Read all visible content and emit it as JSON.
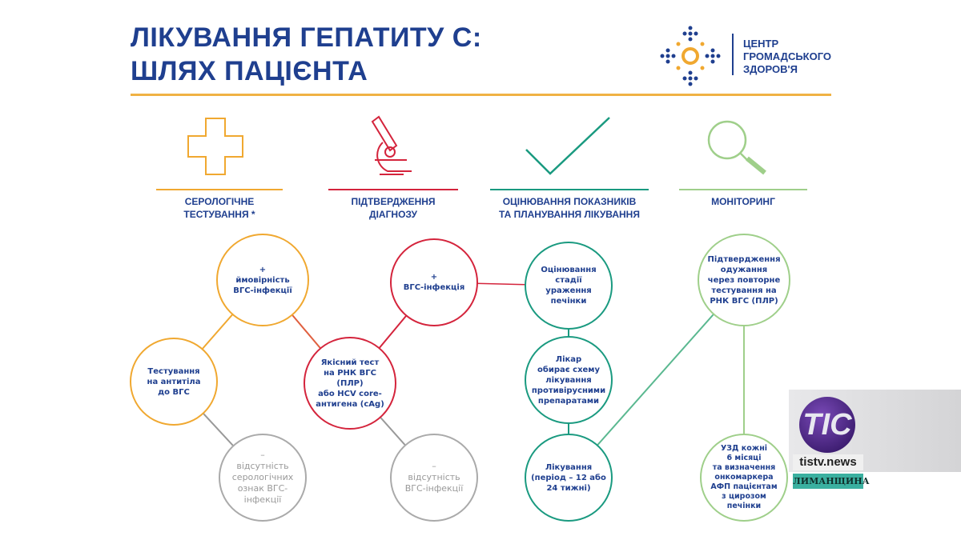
{
  "title": {
    "line1": "ЛІКУВАННЯ ГЕПАТИТУ С:",
    "line2": "ШЛЯХ ПАЦІЄНТА"
  },
  "logo": {
    "text": "ЦЕНТР\nГРОМАДСЬКОГО\nЗДОРОВ'Я"
  },
  "stages": [
    {
      "label": "СЕРОЛОГІЧНЕ\nТЕСТУВАННЯ *",
      "icon": "cross-icon",
      "color": "#f0a830"
    },
    {
      "label": "ПІДТВЕРДЖЕННЯ\nДІАГНОЗУ",
      "icon": "microscope-icon",
      "color": "#d4243c"
    },
    {
      "label": "ОЦІНЮВАННЯ ПОКАЗНИКІВ\nТА ПЛАНУВАННЯ ЛІКУВАННЯ",
      "icon": "checkmark-icon",
      "color": "#1a9a80"
    },
    {
      "label": "МОНІТОРИНГ",
      "icon": "magnifier-icon",
      "color": "#9fcf8a"
    }
  ],
  "nodes": {
    "antibody_test": "Тестування\nна антитіла\nдо ВГС",
    "probable": "+\nймовірність\nВГС-інфекції",
    "no_sero": "–\nвідсутність\nсерологічних\nознак ВГС-\nінфекції",
    "rna_test": "Якісний тест\nна РНК ВГС (ПЛР)\nабо HCV core-\nантигена (cAg)",
    "infection": "+\nВГС-інфекція",
    "no_infection": "–\nвідсутність\nВГС-інфекції",
    "liver_stage": "Оцінювання\nстадії ураження\nпечінки",
    "doctor": "Лікар\nобирає схему\nлікування\nпротивірусними\nпрепаратами",
    "treatment": "Лікування\n(період – 12 або\n24 тижні)",
    "recovery": "Підтвердження\nодужання\nчерез повторне\nтестування на\nРНК ВГС (ПЛР)",
    "ultrasound": "УЗД кожні\n6 місяці\nта визначення\nонкомаркера\nАФП пацієнтам\nз цирозом\nпечінки"
  },
  "overlay": {
    "logo_letters": "TIC",
    "site": "tistv.news",
    "region": "ЛИМАНЩИНА"
  }
}
